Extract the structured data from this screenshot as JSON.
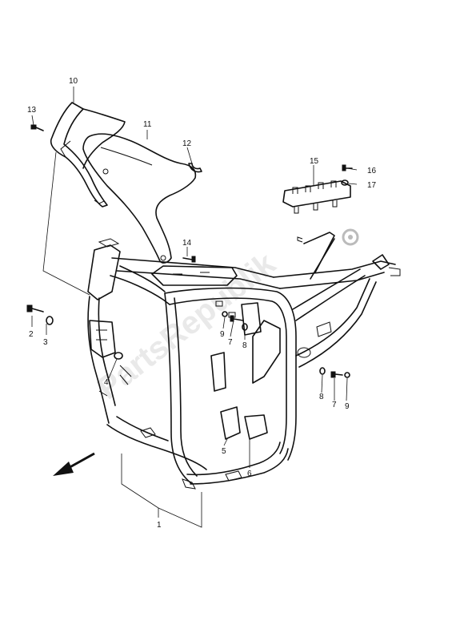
{
  "watermark": "PartsRepublik",
  "callouts": {
    "c1": "1",
    "c2": "2",
    "c3": "3",
    "c4": "4",
    "c5": "5",
    "c6": "6",
    "c7a": "7",
    "c7b": "7",
    "c8a": "8",
    "c8b": "8",
    "c9a": "9",
    "c9b": "9",
    "c10": "10",
    "c11": "11",
    "c12": "12",
    "c13": "13",
    "c14": "14",
    "c15": "15",
    "c16": "16",
    "c17": "17"
  },
  "icons": {
    "direction_arrow": "front-direction-arrow-icon"
  }
}
